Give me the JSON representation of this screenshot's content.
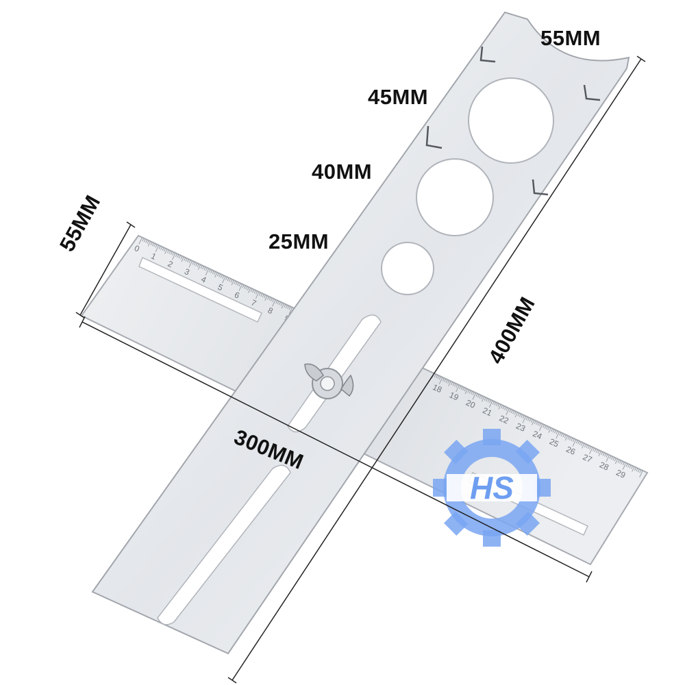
{
  "labels": {
    "top_cutout": "55MM",
    "hole_large": "45MM",
    "hole_medium": "40MM",
    "hole_small": "25MM",
    "ruler_width": "55MM",
    "ruler_length": "300MM",
    "plate_length": "400MM"
  },
  "ruler_scale": {
    "left_numbers": [
      "0",
      "1",
      "2",
      "3",
      "4",
      "5",
      "6",
      "7",
      "8",
      "9"
    ],
    "right_numbers": [
      "18",
      "19",
      "20",
      "21",
      "22",
      "23",
      "24",
      "25",
      "26",
      "27",
      "28",
      "29"
    ]
  },
  "logo": {
    "text": "HS",
    "color": "#6e9ef0"
  },
  "colors": {
    "steel_light": "#f3f4f6",
    "steel_mid": "#d9dce1",
    "steel_edge": "#9ea3aa",
    "dimension_line": "#222222"
  }
}
